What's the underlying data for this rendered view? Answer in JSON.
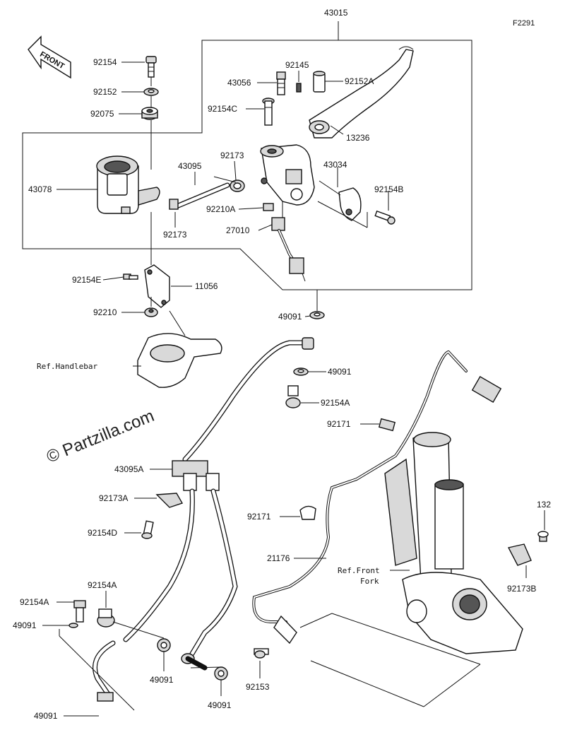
{
  "figure_code": "F2291",
  "front_label": "FRONT",
  "watermark": "© Partzilla.com",
  "refs": {
    "handlebar": "Ref.Handlebar",
    "front_fork_1": "Ref.Front",
    "front_fork_2": "Fork"
  },
  "labels": {
    "p43015": "43015",
    "p92154": "92154",
    "p92152": "92152",
    "p92075": "92075",
    "p92145": "92145",
    "p43056": "43056",
    "p92152A": "92152A",
    "p92154C": "92154C",
    "p13236": "13236",
    "p43095": "43095",
    "p92173_top": "92173",
    "p43034": "43034",
    "p43078": "43078",
    "p92154B": "92154B",
    "p92210A": "92210A",
    "p92173_mid": "92173",
    "p27010": "27010",
    "p92154E": "92154E",
    "p11056": "11056",
    "p92210": "92210",
    "p49091_a": "49091",
    "p49091_b": "49091",
    "p92154A_a": "92154A",
    "p92171_a": "92171",
    "p43095A": "43095A",
    "p92173A": "92173A",
    "p92171_b": "92171",
    "p92154D": "92154D",
    "p132": "132",
    "p21176": "21176",
    "p92154A_b": "92154A",
    "p92154A_c": "92154A",
    "p49091_c": "49091",
    "p92173B": "92173B",
    "p49091_d": "49091",
    "p92153": "92153",
    "p49091_e": "49091",
    "p49091_f": "49091"
  }
}
